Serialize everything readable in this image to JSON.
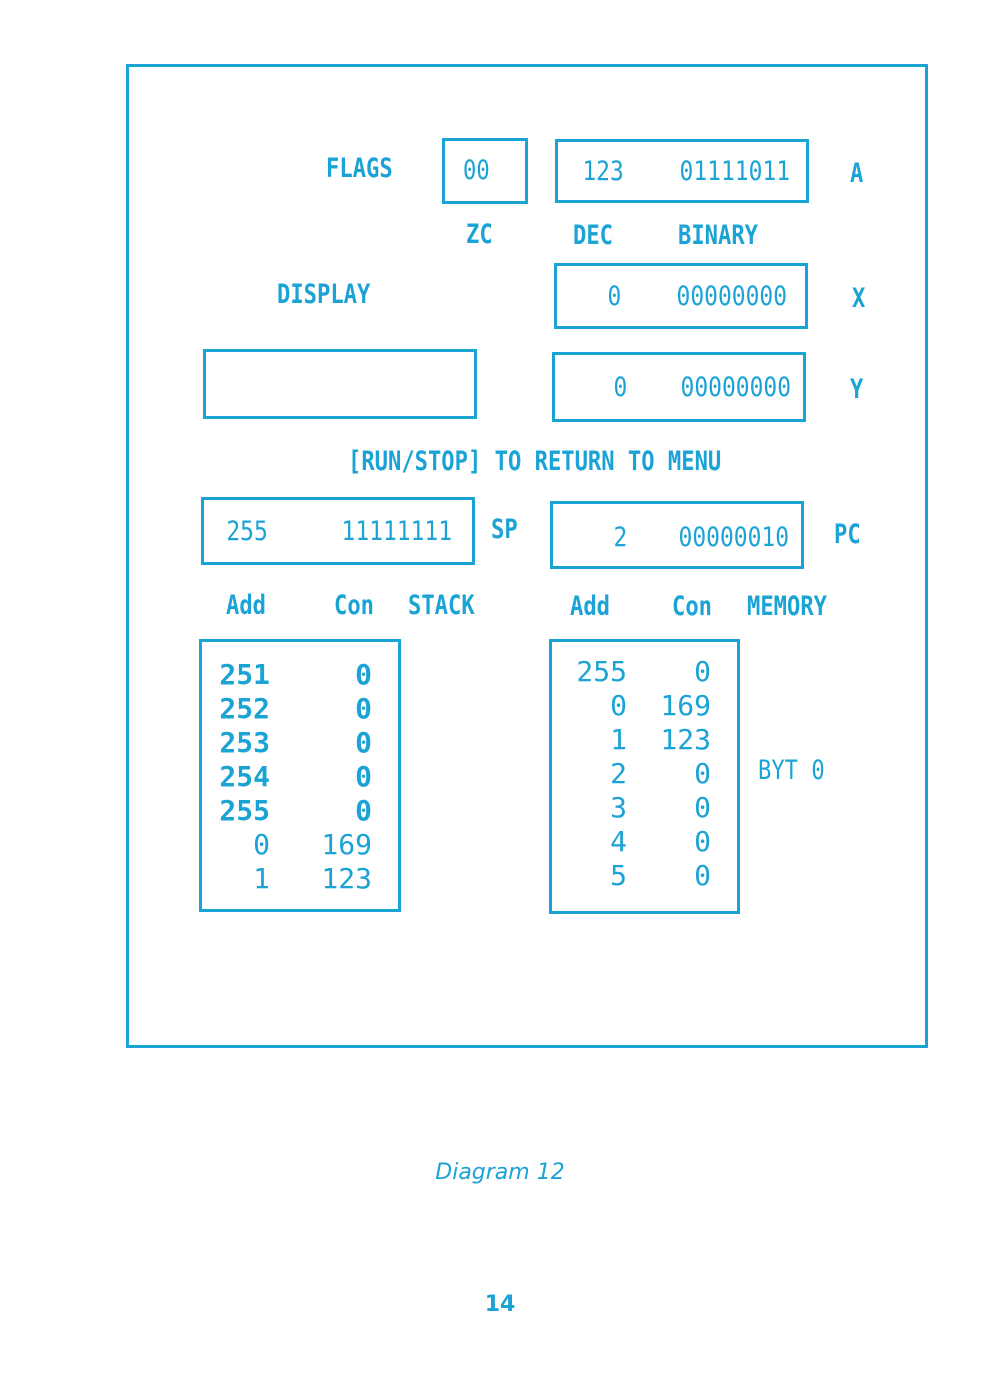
{
  "flags": {
    "label": "FLAGS",
    "value": "00",
    "sub": "ZC"
  },
  "reg_a": {
    "dec": "123",
    "bin": "01111011",
    "name": "A"
  },
  "columns": {
    "dec": "DEC",
    "bin": "BINARY"
  },
  "display": {
    "label": "DISPLAY",
    "value": ""
  },
  "reg_x": {
    "dec": "0",
    "bin": "00000000",
    "name": "X"
  },
  "reg_y": {
    "dec": "0",
    "bin": "00000000",
    "name": "Y"
  },
  "instruction": "[RUN/STOP] TO RETURN TO MENU",
  "sp": {
    "dec": "255",
    "bin": "11111111",
    "name": "SP"
  },
  "pc": {
    "dec": "2",
    "bin": "00000010",
    "name": "PC"
  },
  "stack": {
    "add_label": "Add",
    "con_label": "Con",
    "title": "STACK",
    "rows": [
      {
        "add": "251",
        "con": "0"
      },
      {
        "add": "252",
        "con": "0"
      },
      {
        "add": "253",
        "con": "0"
      },
      {
        "add": "254",
        "con": "0"
      },
      {
        "add": "255",
        "con": "0"
      },
      {
        "add": "0",
        "con": "169"
      },
      {
        "add": "1",
        "con": "123"
      }
    ]
  },
  "memory": {
    "add_label": "Add",
    "con_label": "Con",
    "title": "MEMORY",
    "rows": [
      {
        "add": "255",
        "con": "0"
      },
      {
        "add": "0",
        "con": "169"
      },
      {
        "add": "1",
        "con": "123"
      },
      {
        "add": "2",
        "con": "0"
      },
      {
        "add": "3",
        "con": "0"
      },
      {
        "add": "4",
        "con": "0"
      },
      {
        "add": "5",
        "con": "0"
      }
    ],
    "byte_note": "BYT 0"
  },
  "caption": "Diagram 12",
  "page_number": "14",
  "colors": {
    "ink": "#1ba3d6"
  }
}
